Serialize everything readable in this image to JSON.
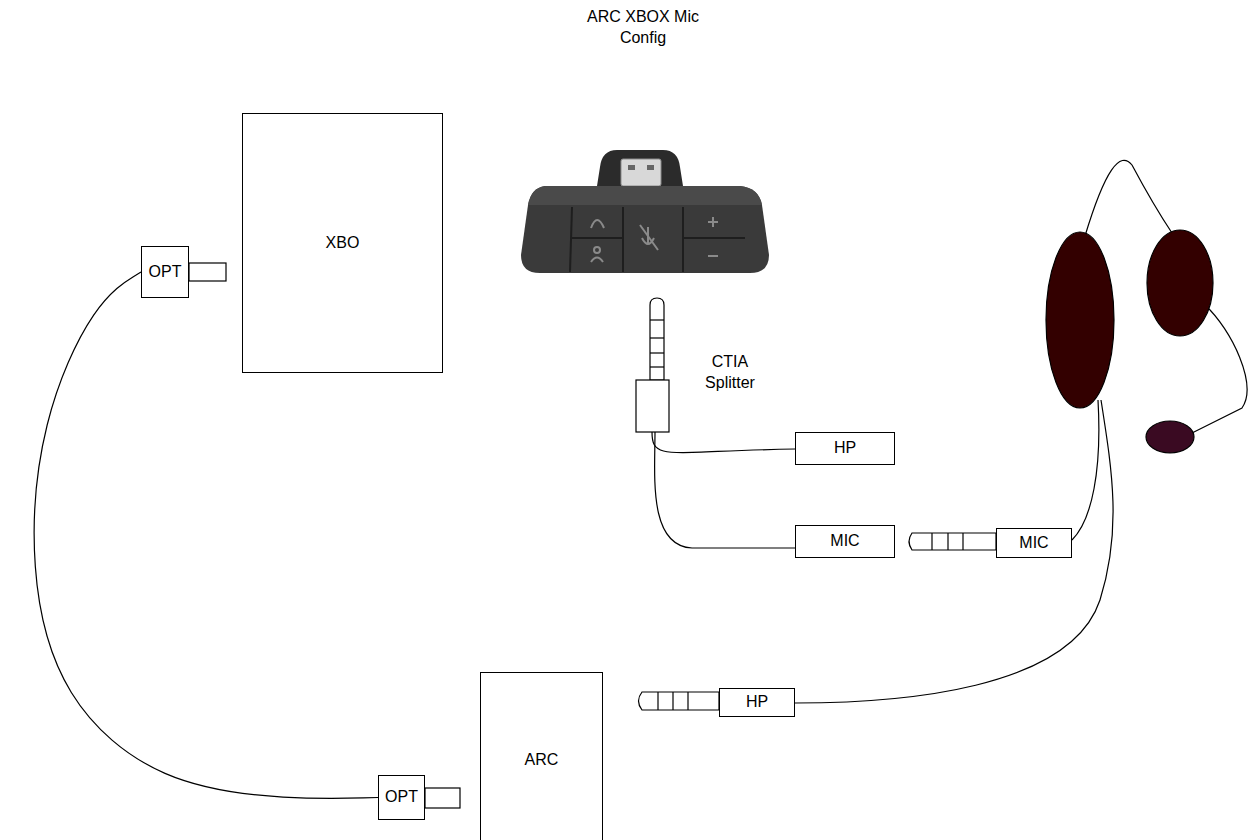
{
  "diagram": {
    "title": "ARC XBOX Mic Config",
    "nodes": [
      {
        "text": [
          "XBO"
        ]
      },
      {
        "text": [
          "OPT"
        ]
      },
      {
        "text": [
          "HP"
        ]
      },
      {
        "text": [
          "MIC"
        ]
      },
      {
        "text": [
          "MIC"
        ]
      },
      {
        "text": [
          "ARC"
        ]
      },
      {
        "text": [
          "HP"
        ]
      },
      {
        "text": [
          "OPT"
        ]
      }
    ],
    "edges": [
      {
        "from": 1,
        "to": 7,
        "arrow": "none"
      }
    ],
    "labels": [
      "CTIA Splitter"
    ]
  }
}
